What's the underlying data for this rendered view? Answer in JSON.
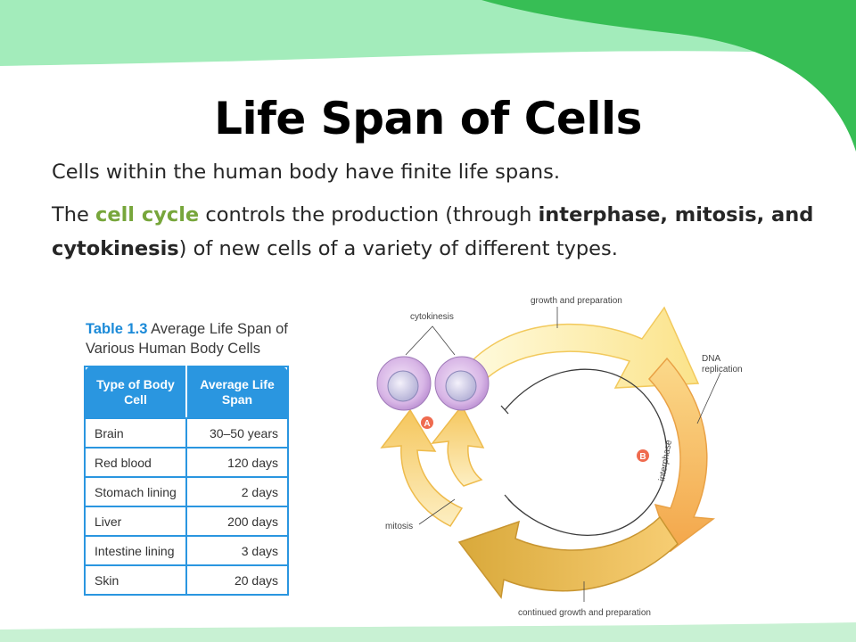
{
  "slide": {
    "title": "Life Span of Cells",
    "line1": "Cells within the human body have finite life spans.",
    "para2": {
      "t1": "The ",
      "t2": "cell cycle",
      "t3": " controls the production (through ",
      "t4": "interphase, mitosis, and cytokinesis",
      "t5": ") of new cells of a variety of different types."
    }
  },
  "table": {
    "label": "Table 1.3",
    "caption": " Average Life Span of Various Human Body Cells",
    "headers": [
      "Type of Body Cell",
      "Average Life Span"
    ],
    "rows": [
      [
        "Brain",
        "30–50 years"
      ],
      [
        "Red blood",
        "120 days"
      ],
      [
        "Stomach lining",
        "2 days"
      ],
      [
        "Liver",
        "200 days"
      ],
      [
        "Intestine lining",
        "3 days"
      ],
      [
        "Skin",
        "20 days"
      ]
    ]
  },
  "diagram": {
    "growth": "growth and preparation",
    "cytokinesis": "cytokinesis",
    "dna1": "DNA",
    "dna2": "replication",
    "interphase": "interphase",
    "mitosis": "mitosis",
    "continued": "continued growth and preparation",
    "badge_a": "A",
    "badge_b": "B"
  },
  "colors": {
    "green_light": "#a3ecbb",
    "green_dark": "#37be55",
    "table_blue": "#2a96e0",
    "highlight": "#77a63b"
  }
}
